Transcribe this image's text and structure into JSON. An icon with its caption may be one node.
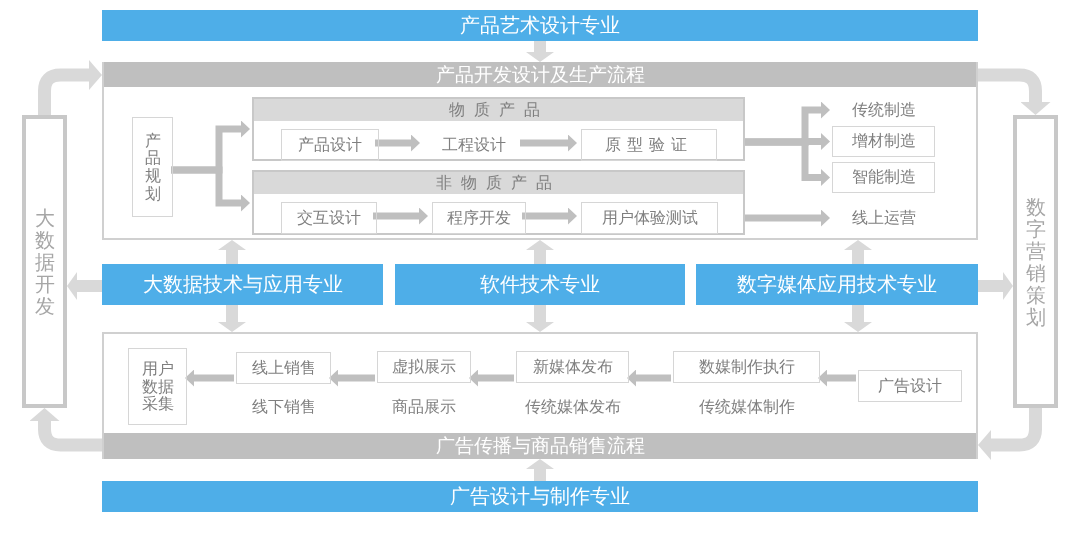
{
  "diagram": {
    "nodes": [
      {
        "text": [
          "产品艺术设计专业"
        ]
      },
      {
        "text": [
          "产品开发设计及生产流程"
        ]
      },
      {
        "text": [
          "产品规划"
        ],
        "in": 1
      },
      {
        "text": [
          "物质产品"
        ],
        "in": 1
      },
      {
        "text": [
          "产品设计"
        ],
        "in": 3
      },
      {
        "text": [
          "工程设计"
        ],
        "in": 3
      },
      {
        "text": [
          "原型验证"
        ],
        "in": 3
      },
      {
        "text": [
          "非物质产品"
        ],
        "in": 1
      },
      {
        "text": [
          "交互设计"
        ],
        "in": 7
      },
      {
        "text": [
          "程序开发"
        ],
        "in": 7
      },
      {
        "text": [
          "用户体验测试"
        ],
        "in": 7
      },
      {
        "text": [
          "传统制造"
        ],
        "in": 1
      },
      {
        "text": [
          "增材制造"
        ],
        "in": 1
      },
      {
        "text": [
          "智能制造"
        ],
        "in": 1
      },
      {
        "text": [
          "线上运营"
        ],
        "in": 1
      },
      {
        "text": [
          "大数据开发"
        ]
      },
      {
        "text": [
          "数字营销策划"
        ]
      },
      {
        "text": [
          "大数据技术与应用专业"
        ]
      },
      {
        "text": [
          "软件技术专业"
        ]
      },
      {
        "text": [
          "数字媒体应用技术专业"
        ]
      },
      {
        "text": [
          "广告传播与商品销售流程"
        ]
      },
      {
        "text": [
          "用户数据采集"
        ],
        "in": 20
      },
      {
        "text": [
          "线上销售"
        ],
        "in": 20
      },
      {
        "text": [
          "线下销售"
        ],
        "in": 20
      },
      {
        "text": [
          "虚拟展示"
        ],
        "in": 20
      },
      {
        "text": [
          "商品展示"
        ],
        "in": 20
      },
      {
        "text": [
          "新媒体发布"
        ],
        "in": 20
      },
      {
        "text": [
          "传统媒体发布"
        ],
        "in": 20
      },
      {
        "text": [
          "数媒制作执行"
        ],
        "in": 20
      },
      {
        "text": [
          "传统媒体制作"
        ],
        "in": 20
      },
      {
        "text": [
          "广告设计"
        ],
        "in": 20
      },
      {
        "text": [
          "广告设计与制作专业"
        ]
      }
    ],
    "edges": [
      {
        "from": 0,
        "to": 1,
        "arrow": "to",
        "color": "#d9d9d9"
      },
      {
        "from": 2,
        "to": 3,
        "arrow": "to"
      },
      {
        "from": 2,
        "to": 7,
        "arrow": "to"
      },
      {
        "from": 4,
        "to": 5,
        "arrow": "to"
      },
      {
        "from": 5,
        "to": 6,
        "arrow": "to"
      },
      {
        "from": 8,
        "to": 9,
        "arrow": "to"
      },
      {
        "from": 9,
        "to": 10,
        "arrow": "to"
      },
      {
        "from": 3,
        "to": 11,
        "arrow": "to"
      },
      {
        "from": 3,
        "to": 12,
        "arrow": "to"
      },
      {
        "from": 3,
        "to": 13,
        "arrow": "to"
      },
      {
        "from": 7,
        "to": 14,
        "arrow": "to"
      },
      {
        "from": 17,
        "to": 1,
        "arrow": "to",
        "color": "#d9d9d9"
      },
      {
        "from": 18,
        "to": 1,
        "arrow": "to",
        "color": "#d9d9d9"
      },
      {
        "from": 19,
        "to": 1,
        "arrow": "to",
        "color": "#d9d9d9"
      },
      {
        "from": 17,
        "to": 20,
        "arrow": "to",
        "color": "#d9d9d9"
      },
      {
        "from": 18,
        "to": 20,
        "arrow": "to",
        "color": "#d9d9d9"
      },
      {
        "from": 19,
        "to": 20,
        "arrow": "to",
        "color": "#d9d9d9"
      },
      {
        "from": 17,
        "to": 15,
        "arrow": "to",
        "color": "#d9d9d9"
      },
      {
        "from": 19,
        "to": 16,
        "arrow": "to",
        "color": "#d9d9d9"
      },
      {
        "from": 15,
        "to": 1,
        "arrow": "to",
        "style": "thick",
        "color": "#d9d9d9"
      },
      {
        "from": 1,
        "to": 16,
        "arrow": "to",
        "style": "thick",
        "color": "#d9d9d9"
      },
      {
        "from": 16,
        "to": 20,
        "arrow": "to",
        "style": "thick",
        "color": "#d9d9d9"
      },
      {
        "from": 20,
        "to": 15,
        "arrow": "to",
        "style": "thick",
        "color": "#d9d9d9"
      },
      {
        "from": 31,
        "to": 20,
        "arrow": "to",
        "color": "#d9d9d9"
      },
      {
        "from": 30,
        "to": 28,
        "arrow": "to"
      },
      {
        "from": 28,
        "to": 26,
        "arrow": "to"
      },
      {
        "from": 26,
        "to": 24,
        "arrow": "to"
      },
      {
        "from": 24,
        "to": 22,
        "arrow": "to"
      },
      {
        "from": 22,
        "to": 21,
        "arrow": "to"
      }
    ]
  }
}
